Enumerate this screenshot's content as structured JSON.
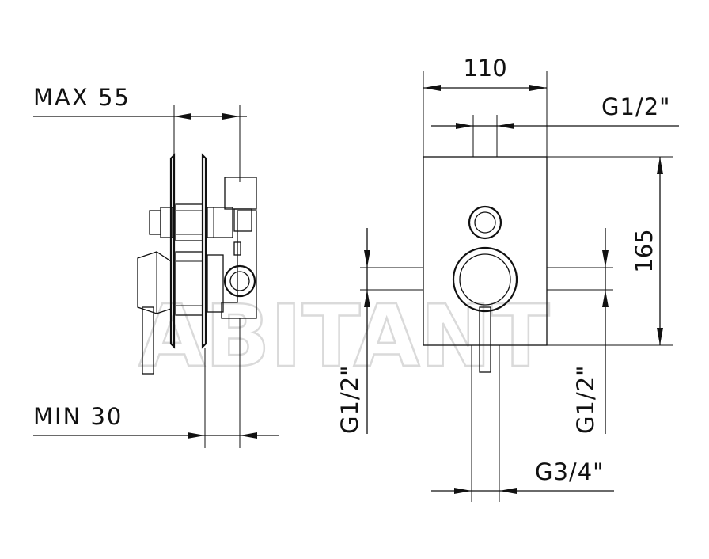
{
  "watermark": "ABITANT",
  "side_view": {
    "max_label": "MAX 55",
    "min_label": "MIN 30"
  },
  "front_view": {
    "width_label": "110",
    "height_label": "165",
    "top_thread_label": "G1/2\"",
    "left_thread_label": "G1/2\"",
    "right_thread_label": "G1/2\"",
    "bottom_thread_label": "G3/4\""
  },
  "colors": {
    "line": "#111111",
    "watermark": "#d9d9d9",
    "background": "#ffffff"
  }
}
